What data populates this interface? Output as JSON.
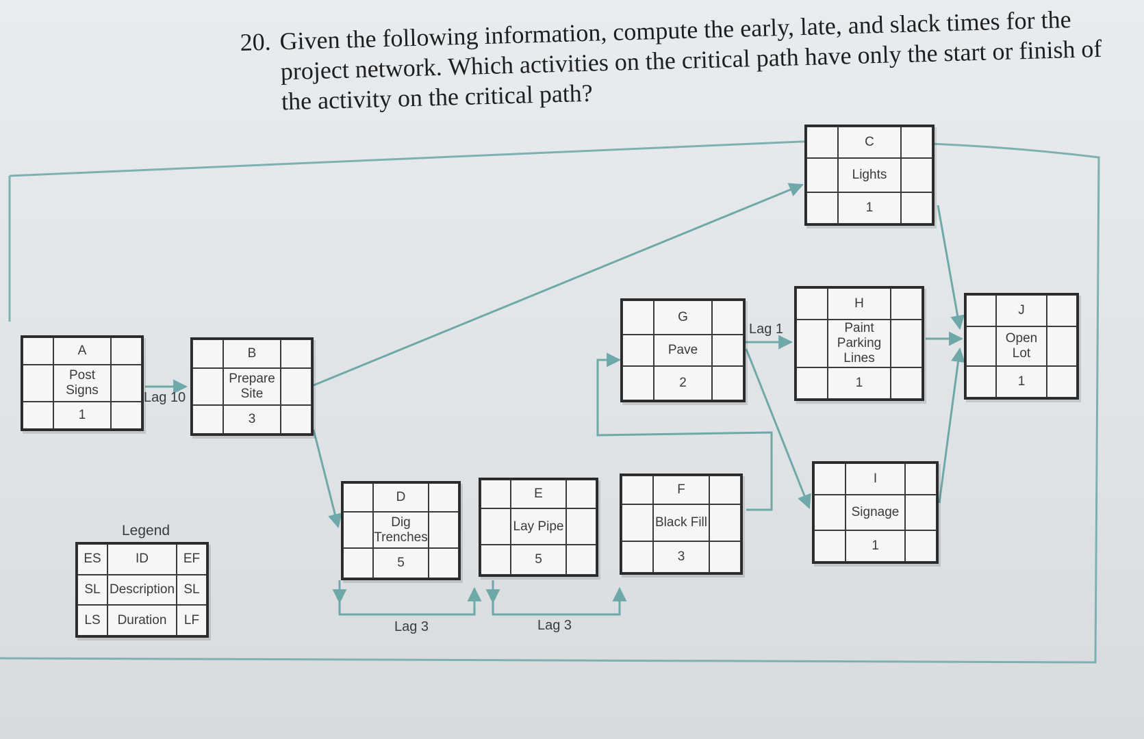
{
  "question": {
    "number": "20.",
    "text": "Given the following information, compute the early, late, and slack times for the project network. Which activities on the critical path have only the start or finish of the activity on the critical path?"
  },
  "colors": {
    "arrow": "#6fa8a8",
    "box_border": "#2a2a2a",
    "panel_border": "#7fb0b0"
  },
  "activities": {
    "A": {
      "id": "A",
      "description": "Post Signs",
      "duration": "1"
    },
    "B": {
      "id": "B",
      "description": "Prepare Site",
      "duration": "3"
    },
    "C": {
      "id": "C",
      "description": "Lights",
      "duration": "1"
    },
    "D": {
      "id": "D",
      "description": "Dig Trenches",
      "duration": "5"
    },
    "E": {
      "id": "E",
      "description": "Lay Pipe",
      "duration": "5"
    },
    "F": {
      "id": "F",
      "description": "Black Fill",
      "duration": "3"
    },
    "G": {
      "id": "G",
      "description": "Pave",
      "duration": "2"
    },
    "H": {
      "id": "H",
      "description": "Paint Parking Lines",
      "duration": "1"
    },
    "I": {
      "id": "I",
      "description": "Signage",
      "duration": "1"
    },
    "J": {
      "id": "J",
      "description": "Open Lot",
      "duration": "1"
    }
  },
  "lags": {
    "a_b": "Lag 10",
    "d_e": "Lag 3",
    "e_f": "Lag 3",
    "g_h": "Lag 1"
  },
  "legend": {
    "title": "Legend",
    "es": "ES",
    "id": "ID",
    "ef": "EF",
    "sl_left": "SL",
    "description": "Description",
    "sl_right": "SL",
    "ls": "LS",
    "duration": "Duration",
    "lf": "LF"
  }
}
